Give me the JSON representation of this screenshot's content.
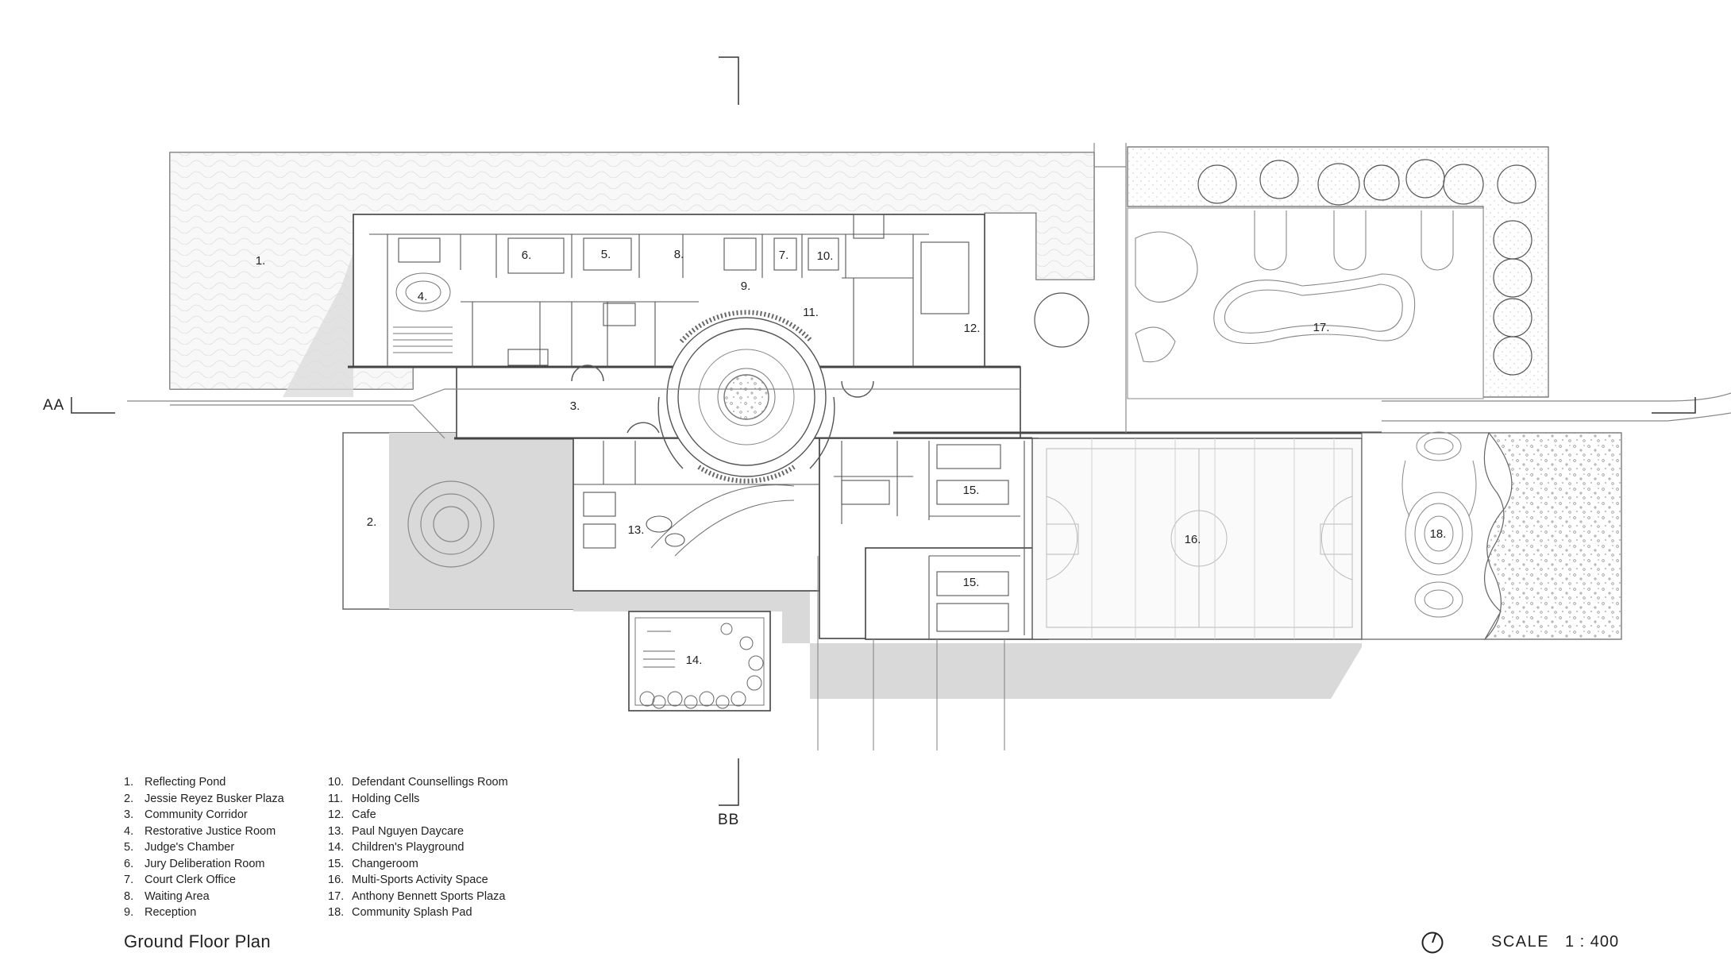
{
  "drawing": {
    "title": "Ground Floor Plan",
    "scale_label": "SCALE",
    "scale_value": "1 : 400",
    "north_arrow_icon": "north-arrow-icon"
  },
  "section_marks": {
    "aa": "AA",
    "bb": "BB"
  },
  "room_tags": {
    "r1": "1.",
    "r2": "2.",
    "r3": "3.",
    "r4": "4.",
    "r5": "5.",
    "r6": "6.",
    "r7": "7.",
    "r8": "8.",
    "r9": "9.",
    "r10": "10.",
    "r11": "11.",
    "r12": "12.",
    "r13": "13.",
    "r14": "14.",
    "r15a": "15.",
    "r15b": "15.",
    "r16": "16.",
    "r17": "17.",
    "r18": "18."
  },
  "legend": {
    "col1": [
      {
        "num": "1.",
        "label": "Reflecting Pond"
      },
      {
        "num": "2.",
        "label": "Jessie Reyez Busker Plaza"
      },
      {
        "num": "3.",
        "label": "Community Corridor"
      },
      {
        "num": "4.",
        "label": "Restorative Justice Room"
      },
      {
        "num": "5.",
        "label": "Judge's Chamber"
      },
      {
        "num": "6.",
        "label": "Jury Deliberation Room"
      },
      {
        "num": "7.",
        "label": "Court Clerk Office"
      },
      {
        "num": "8.",
        "label": "Waiting Area"
      },
      {
        "num": "9.",
        "label": "Reception"
      }
    ],
    "col2": [
      {
        "num": "10.",
        "label": "Defendant Counsellings Room"
      },
      {
        "num": "11.",
        "label": "Holding Cells"
      },
      {
        "num": "12.",
        "label": "Cafe"
      },
      {
        "num": "13.",
        "label": "Paul Nguyen Daycare"
      },
      {
        "num": "14.",
        "label": "Children's Playground"
      },
      {
        "num": "15.",
        "label": "Changeroom"
      },
      {
        "num": "16.",
        "label": "Multi-Sports Activity Space"
      },
      {
        "num": "17.",
        "label": "Anthony Bennett Sports Plaza"
      },
      {
        "num": "18.",
        "label": "Community Splash Pad"
      }
    ]
  },
  "colors": {
    "ink": "#222222",
    "line": "#555555",
    "pond_fill": "#ededed",
    "shadow_fill": "#d9d9d9",
    "light_fill": "#f4f4f4"
  }
}
